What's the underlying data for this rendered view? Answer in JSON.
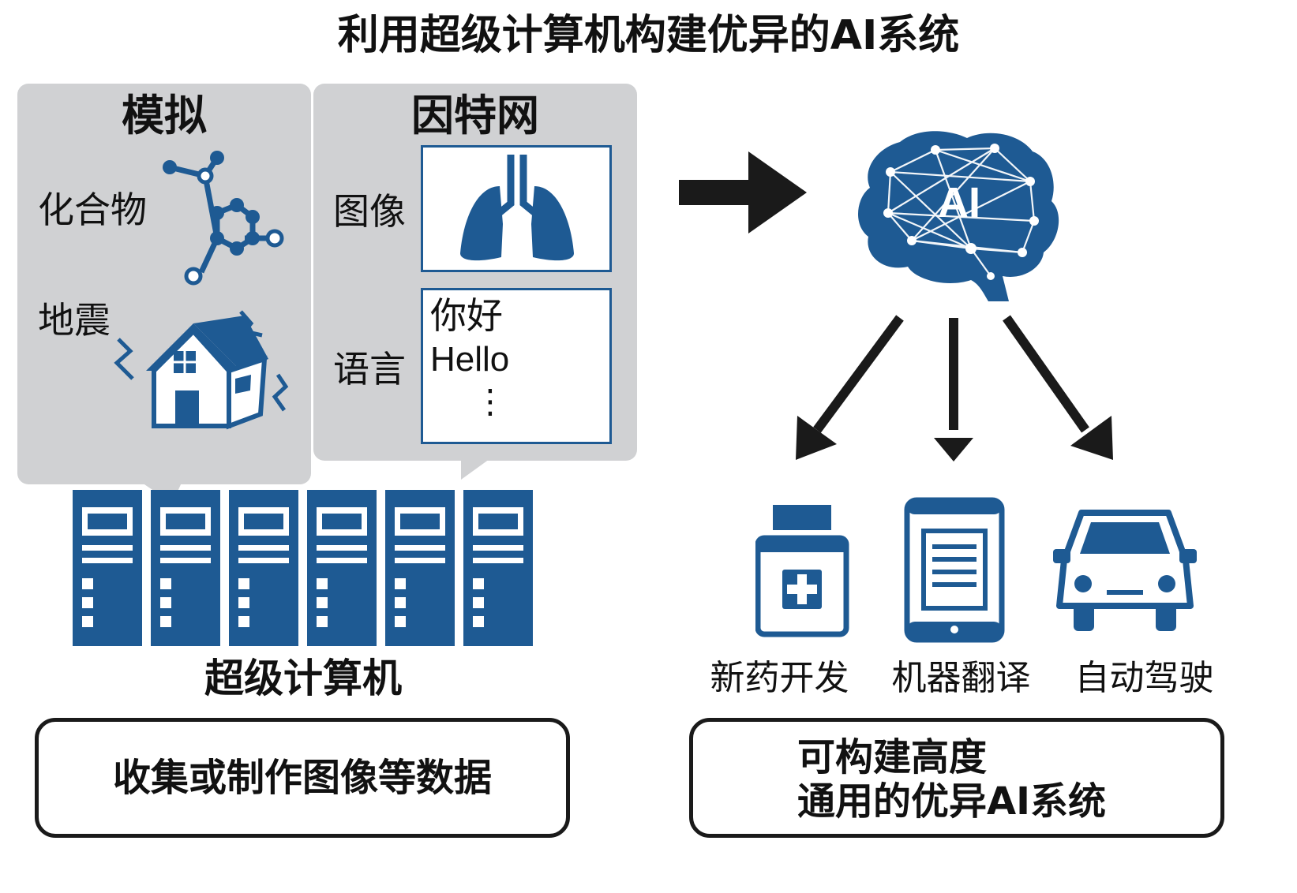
{
  "title": "利用超级计算机构建优异的AI系统",
  "simulation": {
    "heading": "模拟",
    "compound_label": "化合物",
    "earthquake_label": "地震"
  },
  "internet": {
    "heading": "因特网",
    "image_label": "图像",
    "language_label": "语言",
    "text_line1": "你好",
    "text_line2": "Hello",
    "text_dots": "⋮"
  },
  "supercomputer_label": "超级计算机",
  "bottom_left_text": "收集或制作图像等数据",
  "ai_label": "AI",
  "applications": [
    {
      "label": "新药开发",
      "icon": "medicine-bottle-icon"
    },
    {
      "label": "机器翻译",
      "icon": "tablet-document-icon"
    },
    {
      "label": "自动驾驶",
      "icon": "car-icon"
    }
  ],
  "bottom_right_text_line1": "可构建高度",
  "bottom_right_text_line2": "通用的优异AI系统",
  "colors": {
    "primary_blue": "#1e5a93",
    "panel_gray": "#d0d1d3",
    "arrow_black": "#1a1a1a"
  }
}
